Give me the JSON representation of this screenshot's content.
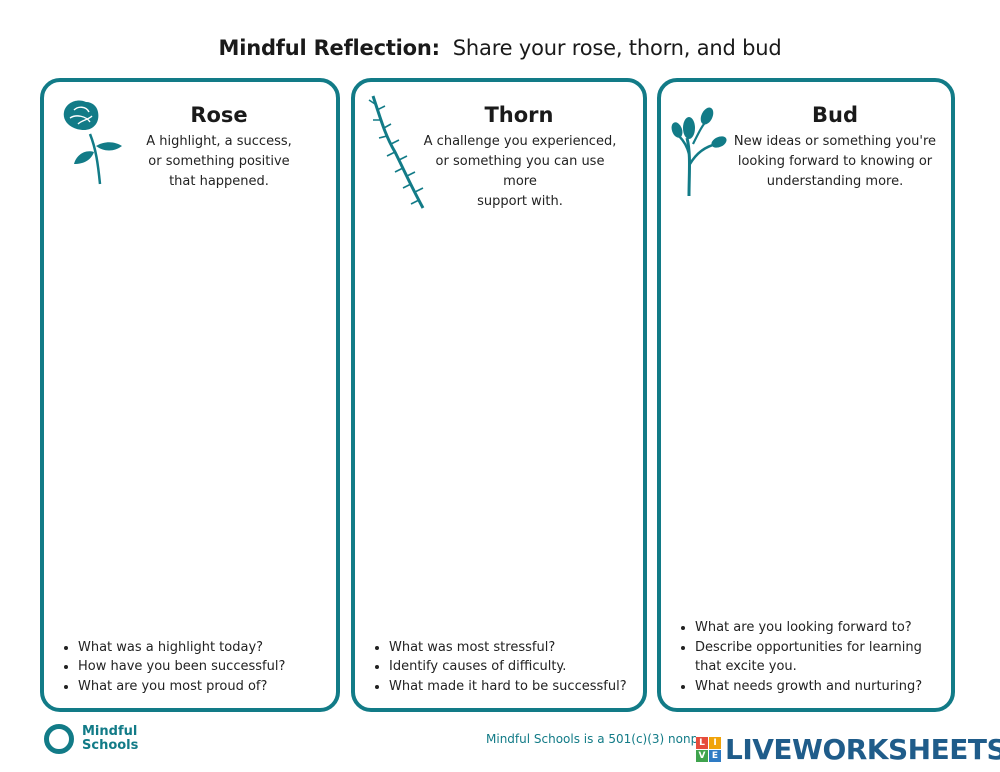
{
  "header": {
    "title_bold": "Mindful Reflection:",
    "title_rest": "Share your rose, thorn, and bud"
  },
  "cards": [
    {
      "title": "Rose",
      "icon": "rose-icon",
      "description": "A highlight, a success,\nor something positive\nthat happened.",
      "prompts": [
        "What was a highlight today?",
        "How have you been successful?",
        "What are you most proud of?"
      ]
    },
    {
      "title": "Thorn",
      "icon": "thorn-branch-icon",
      "description": "A challenge you experienced,\nor something you can use more\nsupport with.",
      "prompts": [
        "What was most stressful?",
        "Identify causes of difficulty.",
        "What made it hard to be successful?"
      ]
    },
    {
      "title": "Bud",
      "icon": "bud-sprout-icon",
      "description": "New ideas or something you're\nlooking forward to knowing or\nunderstanding more.",
      "prompts": [
        "What are you looking forward to?",
        "Describe opportunities for learning that excite you.",
        "What needs growth and nurturing?"
      ]
    }
  ],
  "footer": {
    "brand": "Mindful\nSchools",
    "note": "Mindful Schools is a 501(c)(3) nonprofit organization. Join us at mindfulschools.org",
    "watermark": "LIVEWORKSHEETS",
    "watermark_letters": [
      "L",
      "I",
      "V",
      "E"
    ]
  },
  "colors": {
    "accent": "#127b87",
    "watermark": "#1f5c8a"
  }
}
